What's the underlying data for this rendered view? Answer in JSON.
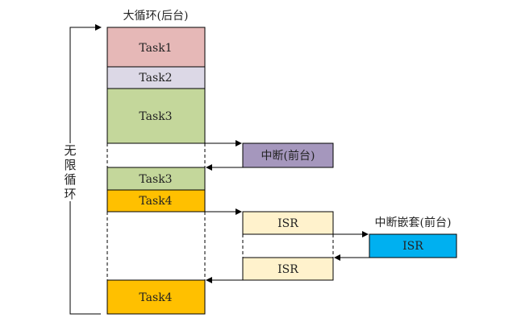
{
  "title": "大循环(后台)",
  "loop_label": "无限循环",
  "nested_label": "中断嵌套(前台)",
  "blocks": {
    "task1": {
      "label": "Task1",
      "color": "#e6b8b7"
    },
    "task2": {
      "label": "Task2",
      "color": "#dcd8e6"
    },
    "task3a": {
      "label": "Task3",
      "color": "#c4d79b"
    },
    "task3b": {
      "label": "Task3",
      "color": "#c4d79b"
    },
    "task4a": {
      "label": "Task4",
      "color": "#ffc000"
    },
    "task4b": {
      "label": "Task4",
      "color": "#ffc000"
    },
    "interrupt": {
      "label": "中断(前台)",
      "color": "#a597bd"
    },
    "isr1": {
      "label": "ISR",
      "color": "#fff2cc"
    },
    "isr2": {
      "label": "ISR",
      "color": "#fff2cc"
    },
    "isr_nested": {
      "label": "ISR",
      "color": "#00b0f0"
    }
  }
}
